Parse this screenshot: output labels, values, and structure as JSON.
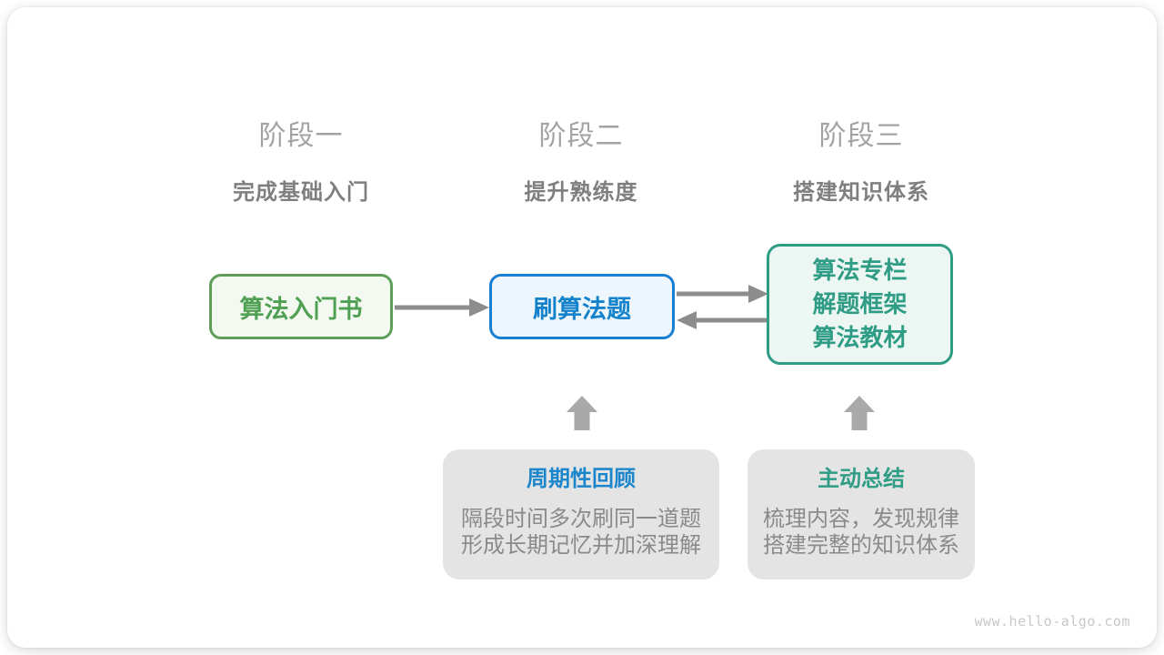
{
  "colors": {
    "stage-label": "#a3a3a3",
    "stage-subtitle": "#7f7f7f",
    "green-border": "#5f9e58",
    "green-text": "#4fa053",
    "green-bg": "#f3f9f1",
    "blue-border": "#187fd2",
    "blue-text": "#1583cb",
    "blue-bg": "#eef6fd",
    "teal-border": "#2f9c85",
    "teal-text": "#2f9c85",
    "teal-bg": "#ecf6f2",
    "arrow": "#8d8d8d",
    "up-arrow": "#a9a9a9",
    "callout-bg": "#e4e4e4",
    "callout-text": "#8a8a8a",
    "callout-title-blue": "#1b86cb",
    "callout-title-teal": "#2f9c85",
    "watermark": "#c8c8c8"
  },
  "stages": [
    {
      "label": "阶段一",
      "subtitle": "完成基础入门"
    },
    {
      "label": "阶段二",
      "subtitle": "提升熟练度"
    },
    {
      "label": "阶段三",
      "subtitle": "搭建知识体系"
    }
  ],
  "nodes": {
    "intro_book": {
      "label": "算法入门书"
    },
    "practice": {
      "label": "刷算法题"
    },
    "resources": {
      "lines": [
        "算法专栏",
        "解题框架",
        "算法教材"
      ]
    }
  },
  "callouts": [
    {
      "title": "周期性回顾",
      "lines": [
        "隔段时间多次刷同一道题",
        "形成长期记忆并加深理解"
      ]
    },
    {
      "title": "主动总结",
      "lines": [
        "梳理内容，发现规律",
        "搭建完整的知识体系"
      ]
    }
  ],
  "watermark": "www.hello-algo.com"
}
